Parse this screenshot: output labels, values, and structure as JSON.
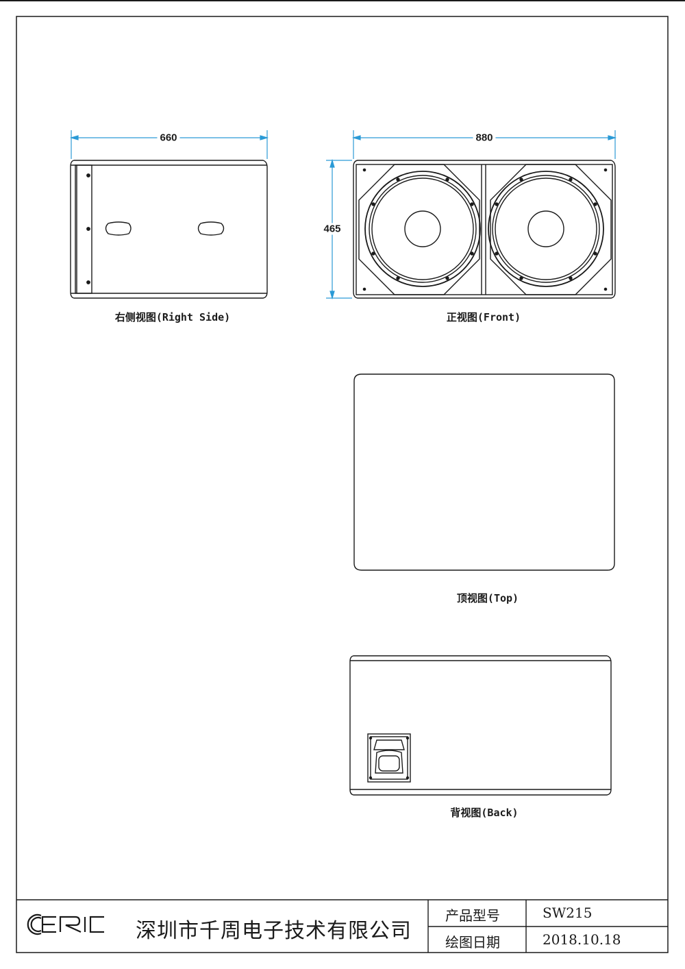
{
  "views": {
    "right_side": {
      "caption": "右侧视图(Right Side)",
      "width_dim": "660"
    },
    "front": {
      "caption": "正视图(Front)",
      "width_dim": "880",
      "height_dim": "465"
    },
    "top": {
      "caption": "顶视图(Top)"
    },
    "back": {
      "caption": "背视图(Back)"
    }
  },
  "title_block": {
    "company": "深圳市千周电子技术有限公司",
    "model_label": "产品型号",
    "model_value": "SW215",
    "date_label": "绘图日期",
    "date_value": "2018.10.18"
  },
  "colors": {
    "line": "#1a1a1a",
    "dimension": "#2a9ad6"
  },
  "icons": {
    "logo": "eric-logo-icon"
  }
}
